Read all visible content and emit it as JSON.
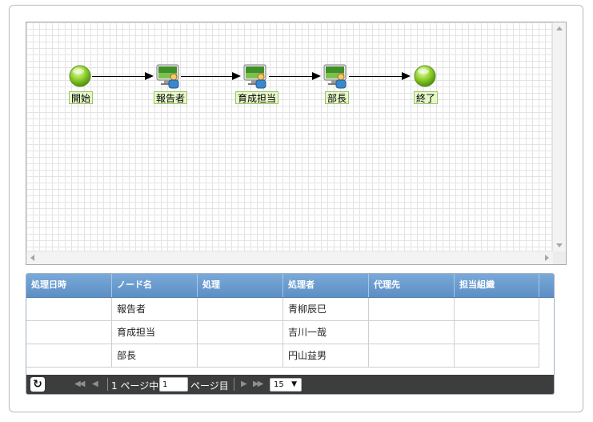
{
  "flow": {
    "nodes": [
      {
        "id": "start",
        "label": "開始",
        "icon": "start-circle-icon"
      },
      {
        "id": "reporter",
        "label": "報告者",
        "icon": "user-task-icon"
      },
      {
        "id": "trainer",
        "label": "育成担当",
        "icon": "user-task-icon"
      },
      {
        "id": "manager",
        "label": "部長",
        "icon": "user-task-icon"
      },
      {
        "id": "end",
        "label": "終了",
        "icon": "end-circle-icon"
      }
    ]
  },
  "history": {
    "columns": [
      "処理日時",
      "ノード名",
      "処理",
      "処理者",
      "代理先",
      "担当組織"
    ],
    "rows": [
      {
        "datetime": "",
        "node": "報告者",
        "action": "",
        "processor": "青柳辰巳",
        "proxy": "",
        "org": ""
      },
      {
        "datetime": "",
        "node": "育成担当",
        "action": "",
        "processor": "吉川一哉",
        "proxy": "",
        "org": ""
      },
      {
        "datetime": "",
        "node": "部長",
        "action": "",
        "processor": "円山益男",
        "proxy": "",
        "org": ""
      }
    ]
  },
  "pager": {
    "page_prefix": "1 ページ中",
    "page_value": "1",
    "page_suffix": "ページ目",
    "page_size": "15"
  },
  "colors": {
    "header_blue": "#6b9ed3",
    "pager_bg": "#3d3d3d",
    "node_label_bg": "#e6f7c9",
    "start_green": "#8fcf2a"
  }
}
